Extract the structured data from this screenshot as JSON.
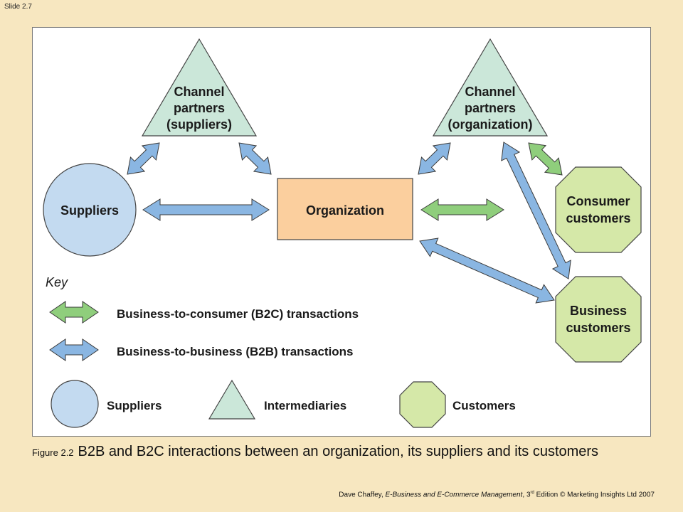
{
  "slide": {
    "number": "Slide 2.7"
  },
  "diagram": {
    "nodes": {
      "channel_suppliers": [
        "Channel",
        "partners",
        "(suppliers)"
      ],
      "channel_organization": [
        "Channel",
        "partners",
        "(organization)"
      ],
      "suppliers": "Suppliers",
      "organization": "Organization",
      "consumer_customers": [
        "Consumer",
        "customers"
      ],
      "business_customers": [
        "Business",
        "customers"
      ]
    },
    "key": {
      "title": "Key",
      "b2c": "Business-to-consumer (B2C) transactions",
      "b2b": "Business-to-business (B2B) transactions",
      "suppliers": "Suppliers",
      "intermediaries": "Intermediaries",
      "customers": "Customers"
    },
    "colors": {
      "b2b_arrow": "#8ab6e2",
      "b2c_arrow": "#8fce7c",
      "suppliers_fill": "#c3daf0",
      "intermediaries_fill": "#cbe7d9",
      "customers_fill": "#d5e8a8",
      "organization_fill": "#fbcf9e"
    }
  },
  "caption": {
    "label": "Figure 2.2",
    "text": "B2B and B2C interactions between an organization, its suppliers and its customers"
  },
  "footer": {
    "author": "Dave Chaffey, ",
    "book_title": "E-Business and E-Commerce Management",
    "edition_num": ", 3",
    "edition_sup": "rd",
    "rest": " Edition © Marketing Insights Ltd 2007"
  }
}
